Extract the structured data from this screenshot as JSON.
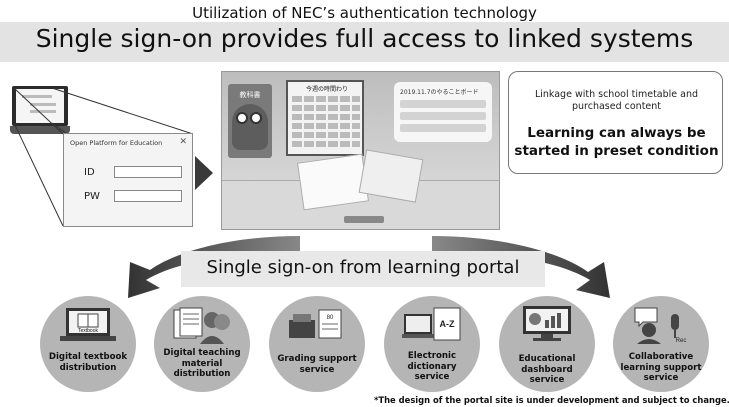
{
  "header": {
    "subtitle": "Utilization of NEC’s authentication technology",
    "title": "Single sign-on provides full access to linked systems"
  },
  "login": {
    "dialog_title": "Open Platform for Education",
    "close_glyph": "✕",
    "id_label": "ID",
    "pw_label": "PW"
  },
  "portal": {
    "book_label": "教科書",
    "timetable_title": "今週の時間わり",
    "board_title": "2019.11.7のやることボード"
  },
  "info": {
    "small_line1": "Linkage with school timetable and",
    "small_line2": "purchased content",
    "big_line1": "Learning can always be",
    "big_line2": "started in preset condition"
  },
  "banner": {
    "text": "Single sign-on from learning portal"
  },
  "services": [
    {
      "line1": "Digital textbook",
      "line2": "distribution",
      "line3": "",
      "icon": "laptop-book-icon",
      "icon_text": "Textbook"
    },
    {
      "line1": "Digital teaching",
      "line2": "material",
      "line3": "distribution",
      "icon": "documents-people-icon",
      "icon_text": ""
    },
    {
      "line1": "Grading support",
      "line2": "service",
      "line3": "",
      "icon": "printer-scanner-icon",
      "icon_text": "80"
    },
    {
      "line1": "Electronic",
      "line2": "dictionary",
      "line3": "service",
      "icon": "laptop-dictionary-icon",
      "icon_text": "A-Z"
    },
    {
      "line1": "Educational",
      "line2": "dashboard",
      "line3": "service",
      "icon": "monitor-dashboard-icon",
      "icon_text": ""
    },
    {
      "line1": "Collaborative",
      "line2": "learning support",
      "line3": "service",
      "icon": "person-microphone-icon",
      "icon_text": "Rec"
    }
  ],
  "note": "*The design of the portal site is under development and subject to change.",
  "colors": {
    "circle": "#b5b5b5",
    "banner": "#e8e8e8",
    "header_bar": "#e3e3e3",
    "arrow": "#3a3a3a"
  }
}
